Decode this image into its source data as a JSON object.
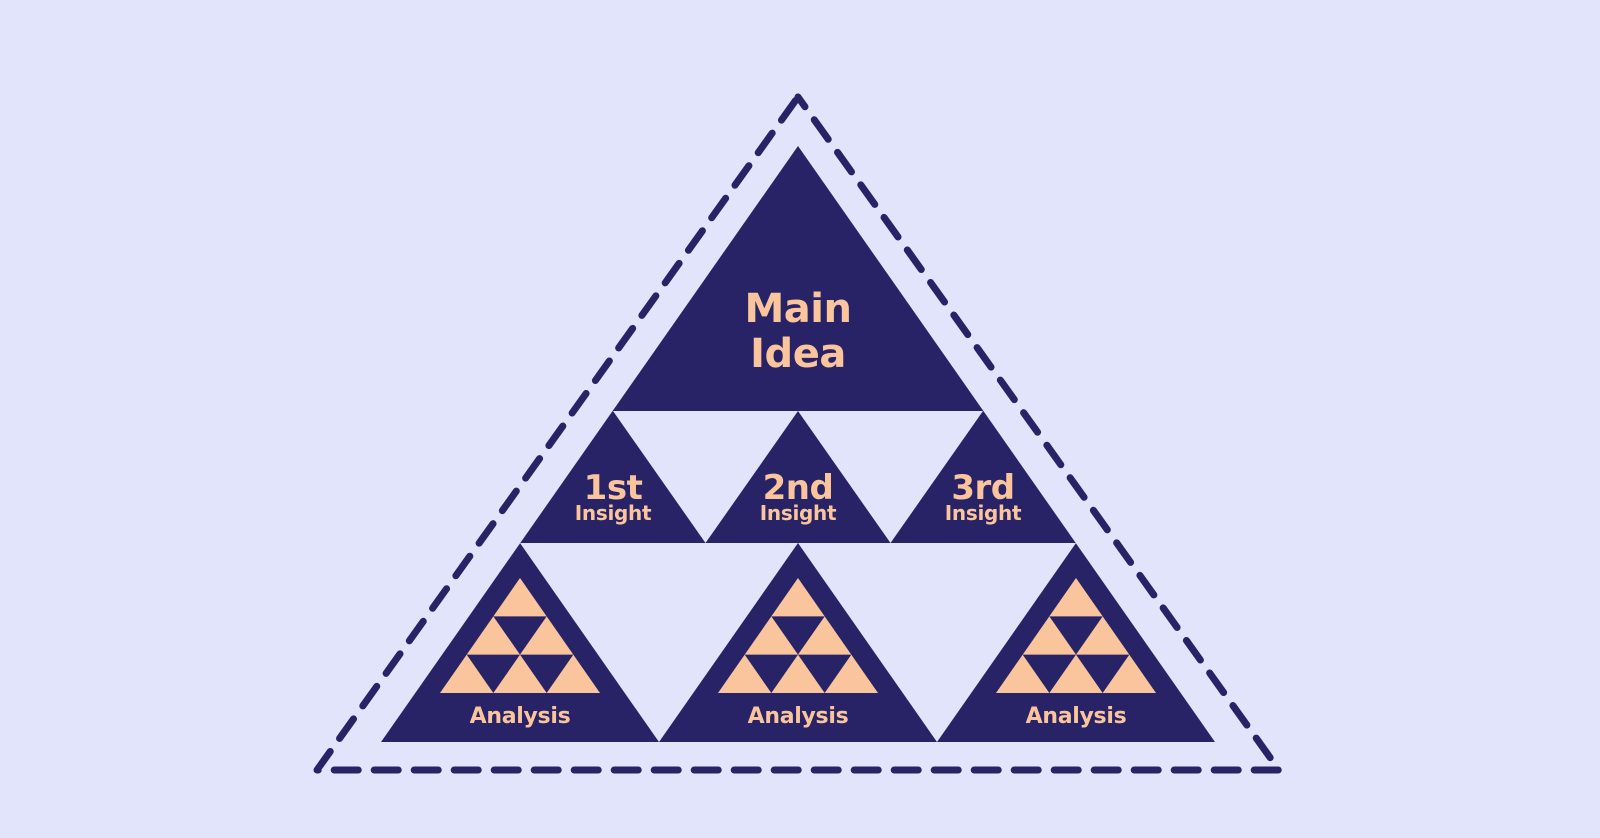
{
  "colors": {
    "background": "#E2E4FB",
    "navy": "#282366",
    "peach": "#FAC59C"
  },
  "pyramid": {
    "main_idea": {
      "line1": "Main",
      "line2": "Idea"
    },
    "insights": [
      {
        "rank": "1st",
        "label": "Insight"
      },
      {
        "rank": "2nd",
        "label": "Insight"
      },
      {
        "rank": "3rd",
        "label": "Insight"
      }
    ],
    "analysis_labels": [
      "Analysis",
      "Analysis",
      "Analysis"
    ]
  }
}
